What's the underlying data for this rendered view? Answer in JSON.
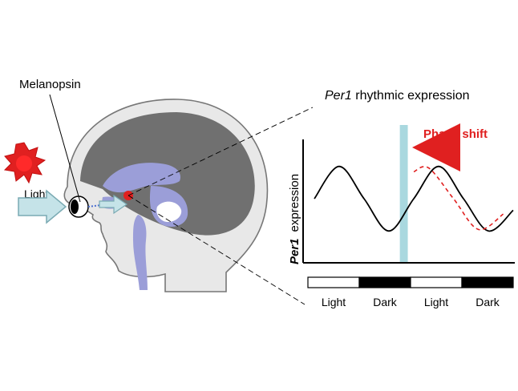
{
  "labels": {
    "melanopsin": "Melanopsin",
    "light_source": "Light",
    "phase_shift": "Phase shift",
    "chart_title_gene": "Per1",
    "chart_title_rest": " rhythmic expression",
    "ylabel_gene": "Per1",
    "ylabel_rest": "expression",
    "bar_labels": [
      "Light",
      "Dark",
      "Light",
      "Dark"
    ]
  },
  "colors": {
    "sun": "#e02020",
    "arrow_fill": "#c5e3e8",
    "brain_gray": "#6e6e6e",
    "brain_purple": "#9b9ed8",
    "highlight_band": "#a9d8df",
    "shifted_curve": "#e02020",
    "phase_arrow": "#e02020"
  },
  "chart_data": {
    "type": "line",
    "title": "Per1 rhythmic expression",
    "ylabel": "Per1 expression",
    "xlabel": "",
    "series": [
      {
        "style": "solid",
        "x": [
          0,
          0.25,
          0.5,
          0.75,
          1.0,
          1.25,
          1.5,
          1.75,
          2.0
        ],
        "y": [
          0.5,
          0.92,
          0.5,
          0.08,
          0.5,
          0.92,
          0.5,
          0.08,
          0.35
        ]
      },
      {
        "style": "dashed",
        "x": [
          1.0,
          1.15,
          1.4,
          1.65,
          1.9
        ],
        "y": [
          0.85,
          0.9,
          0.5,
          0.1,
          0.3
        ]
      }
    ],
    "highlight_band_x": [
      0.86,
      0.94
    ],
    "light_dark_bar": [
      "Light",
      "Dark",
      "Light",
      "Dark"
    ],
    "annotation": "Phase shift"
  }
}
